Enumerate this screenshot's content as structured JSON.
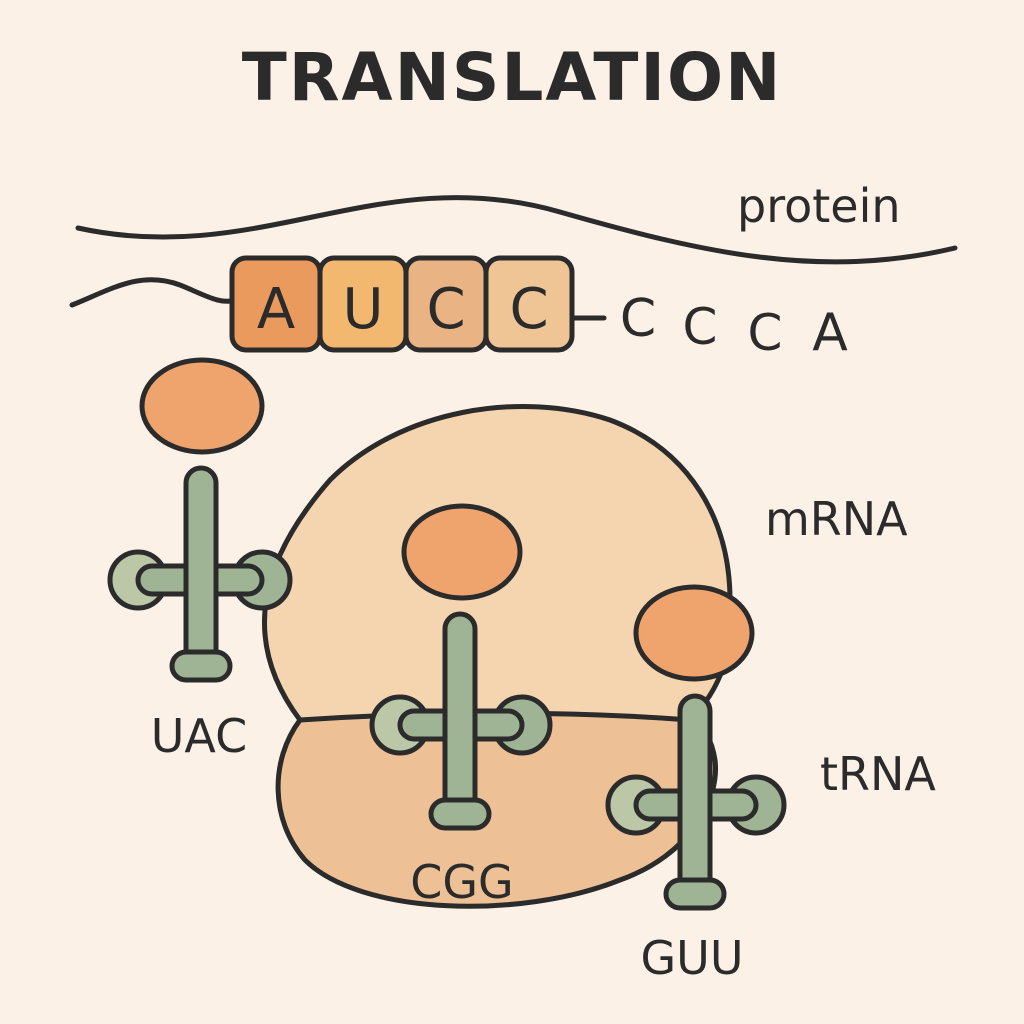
{
  "title": "TRANSLATION",
  "labels": {
    "protein": "protein",
    "mrna": "mRNA",
    "trna": "tRNA"
  },
  "codon_boxes": [
    "A",
    "U",
    "C",
    "C"
  ],
  "trailing_bases": [
    "C",
    "C",
    "C",
    "A"
  ],
  "trnas": [
    {
      "anticodon": "UAC"
    },
    {
      "anticodon": "CGG"
    },
    {
      "anticodon": "GUU"
    }
  ],
  "colors": {
    "background": "#fcf1e6",
    "ink": "#2b2b2b",
    "ribosome_large": "#f5d4b0",
    "ribosome_small": "#eec096",
    "amino_acid": "#eea46c",
    "trna_body": "#9fb495",
    "trna_knob_shadow": "#bcc7a8",
    "codon_A": "#eb9a5e",
    "codon_U": "#f2b86f",
    "codon_C1": "#e9b384",
    "codon_C2": "#efc595"
  }
}
